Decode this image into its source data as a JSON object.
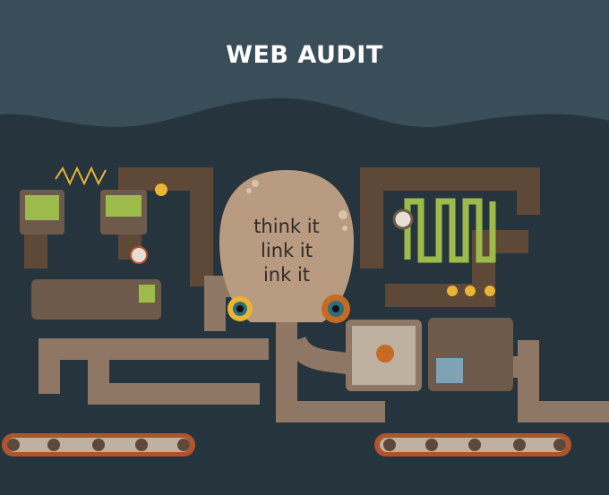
{
  "title": "WEB AUDIT",
  "motto": [
    "think it",
    "link it",
    "ink it"
  ],
  "colors": {
    "sky": "#3a4e5a",
    "water": "#26343d",
    "octopus": "#b89b80",
    "pipe_light": "#8e7764",
    "pipe_dark": "#5e4837",
    "accent_yellow": "#e9b634",
    "screen_green": "#9dbb4a",
    "conveyor": "#b0542d"
  }
}
